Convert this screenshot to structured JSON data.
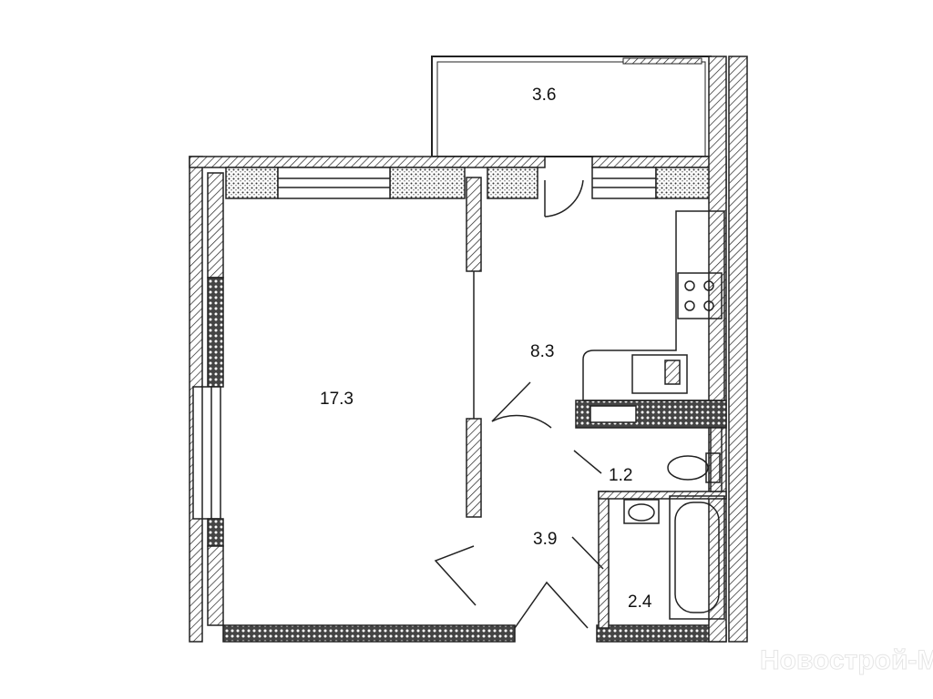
{
  "plan": {
    "rooms": [
      {
        "id": "balcony",
        "area": "3.6"
      },
      {
        "id": "living-room",
        "area": "17.3"
      },
      {
        "id": "kitchen",
        "area": "8.3"
      },
      {
        "id": "toilet",
        "area": "1.2"
      },
      {
        "id": "hallway",
        "area": "3.9"
      },
      {
        "id": "bathroom",
        "area": "2.4"
      }
    ],
    "watermark": "Новострой-М"
  }
}
